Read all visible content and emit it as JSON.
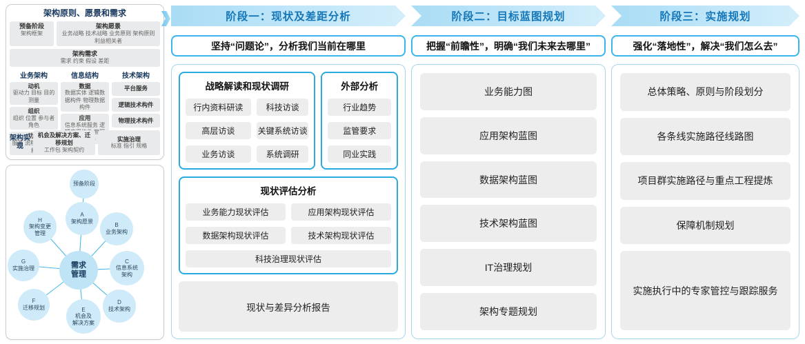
{
  "accent": {
    "cyan": "#29abe2",
    "header_text": "#1577b8",
    "node_fill": "#cfeaf8",
    "item_gray": "#ededee"
  },
  "sidebar": {
    "top": {
      "title": "架构原则、愿景和需求",
      "prep": {
        "label": "预备阶段",
        "sub": "架构框架"
      },
      "vision": {
        "label": "架构愿景",
        "sub": "业务战略 技术战略 业务原则 架构原则 利益相关者"
      },
      "requirements": {
        "label": "架构需求",
        "sub": "需求 约束 假设 差距"
      },
      "columns": [
        {
          "title": "业务架构",
          "groups": [
            {
              "label": "动机",
              "sub": "驱动力 目标 目的 测量"
            },
            {
              "label": "组织",
              "sub": "组织 位置 参与者 角色"
            },
            {
              "label": "功能",
              "sub": "服务 流程 控制 功能"
            }
          ]
        },
        {
          "title": "信息结构",
          "groups": [
            {
              "label": "数据",
              "sub": "数据实体 逻辑数据构件 物理数据构件"
            },
            {
              "label": "应用",
              "sub": "信息系统服务 逻辑应用构件 物理应用构件"
            }
          ]
        },
        {
          "title": "技术架构",
          "groups": [
            {
              "label": "平台服务"
            },
            {
              "label": "逻辑技术构件"
            },
            {
              "label": "物理技术构件"
            }
          ]
        }
      ],
      "impl": {
        "label": "架构实现",
        "boxes": [
          {
            "label": "机会及解决方案、迁移规划",
            "sub": "工作包 架构契约"
          },
          {
            "label": "实施治理",
            "sub": "标准 指引 规格"
          }
        ]
      }
    },
    "adm": {
      "prep": "预备阶段",
      "center": "需求\n管理",
      "nodes": [
        {
          "id": "A",
          "label": "A\n架构愿景"
        },
        {
          "id": "B",
          "label": "B\n业务架构"
        },
        {
          "id": "C",
          "label": "C\n信息系统\n架构"
        },
        {
          "id": "D",
          "label": "D\n技术架构"
        },
        {
          "id": "E",
          "label": "E\n机会及\n解决方案"
        },
        {
          "id": "F",
          "label": "F\n迁移规划"
        },
        {
          "id": "G",
          "label": "G\n实施治理"
        },
        {
          "id": "H",
          "label": "H\n架构变更\n管理"
        }
      ]
    }
  },
  "phases": [
    {
      "header": "阶段一：现状及差距分析",
      "subtitle": "坚持“问题论”，分析我们当前在哪里",
      "strategy": {
        "title": "战略解读和现状调研",
        "items": [
          "行内资料研读",
          "科技访谈",
          "高层访谈",
          "关键系统访谈",
          "业务访谈",
          "系统调研"
        ]
      },
      "external": {
        "title": "外部分析",
        "items": [
          "行业趋势",
          "监管要求",
          "同业实践"
        ]
      },
      "assessment": {
        "title": "现状评估分析",
        "items": [
          "业务能力现状评估",
          "应用架构现状评估",
          "数据架构现状评估",
          "技术架构现状评估",
          "科技治理现状评估"
        ]
      },
      "report": "现状与差异分析报告"
    },
    {
      "header": "阶段二：目标蓝图规划",
      "subtitle": "把握“前瞻性”，明确“我们未来去哪里”",
      "items": [
        "业务能力图",
        "应用架构蓝图",
        "数据架构蓝图",
        "技术架构蓝图",
        "IT治理规划",
        "架构专题规划"
      ]
    },
    {
      "header": "阶段三：实施规划",
      "subtitle": "强化“落地性”，解决“我们怎么去”",
      "items": [
        "总体策略、原则与阶段划分",
        "各条线实施路径线路图",
        "项目群实施路径与重点工程提炼",
        "保障机制规划",
        "实施执行中的专家管控与跟踪服务"
      ]
    }
  ]
}
